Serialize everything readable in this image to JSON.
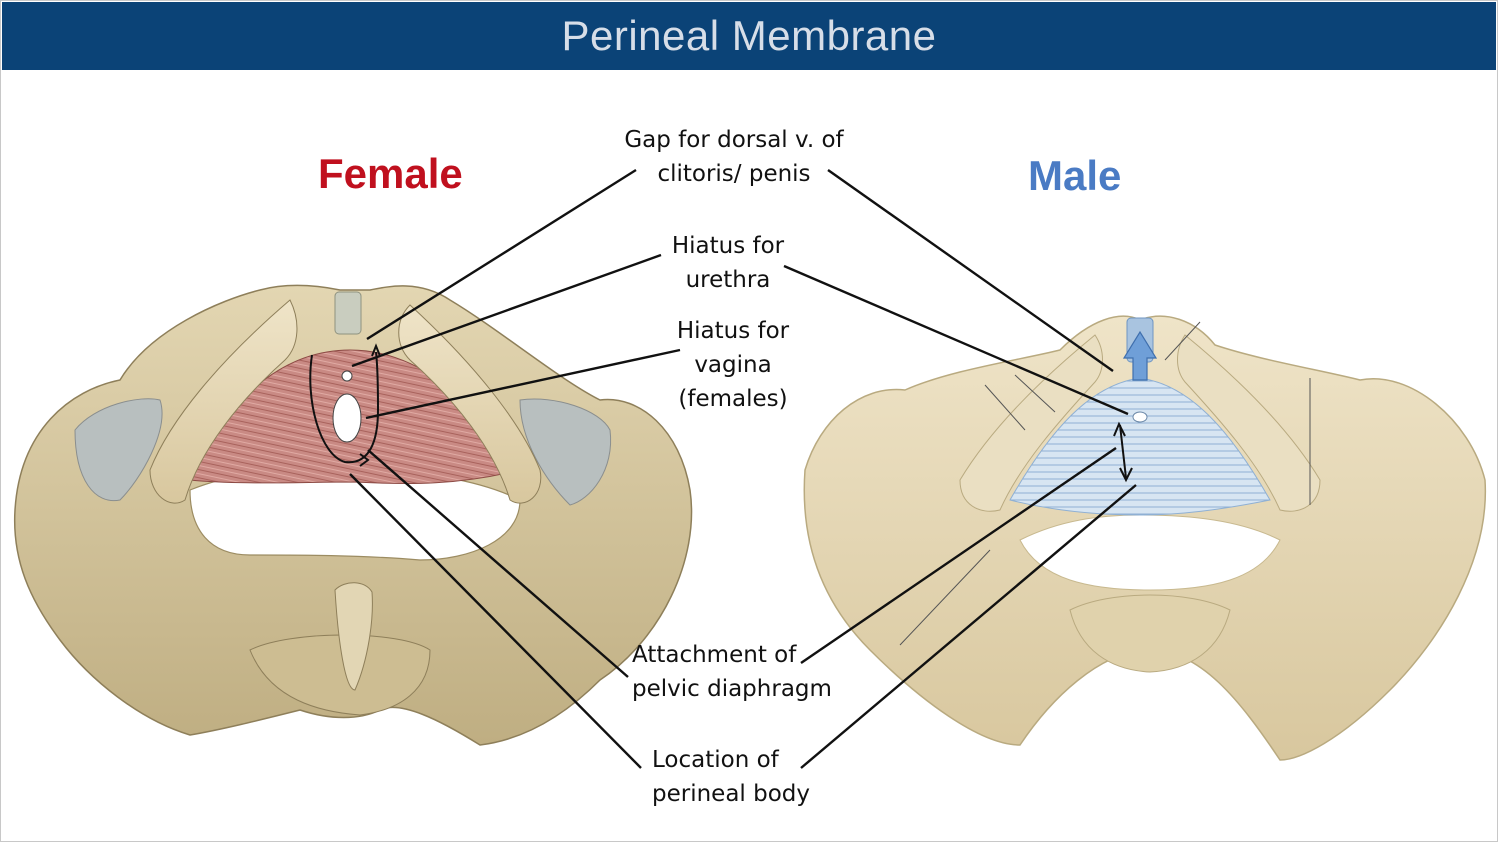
{
  "header": {
    "title": "Perineal Membrane"
  },
  "labels": {
    "female": "Female",
    "male": "Male"
  },
  "callouts": {
    "dorsal_vein": {
      "line1": "Gap for dorsal v. of",
      "line2": "clitoris/ penis"
    },
    "urethra": {
      "line1": "Hiatus for",
      "line2": "urethra"
    },
    "vagina": {
      "line1": "Hiatus for",
      "line2": "vagina",
      "line3": "(females)"
    },
    "pelvic_diaphragm": {
      "line1": "Attachment of",
      "line2": "pelvic diaphragm"
    },
    "perineal_body": {
      "line1": "Location of",
      "line2": "perineal body"
    }
  },
  "colors": {
    "header_bg": "#0b4377",
    "female": "#c0101e",
    "male": "#4a7bc4",
    "bone": "#d9cba4",
    "female_membrane": "#c98a84",
    "male_membrane": "#cfe0f0"
  },
  "icons": [
    "up-arrow-icon"
  ]
}
